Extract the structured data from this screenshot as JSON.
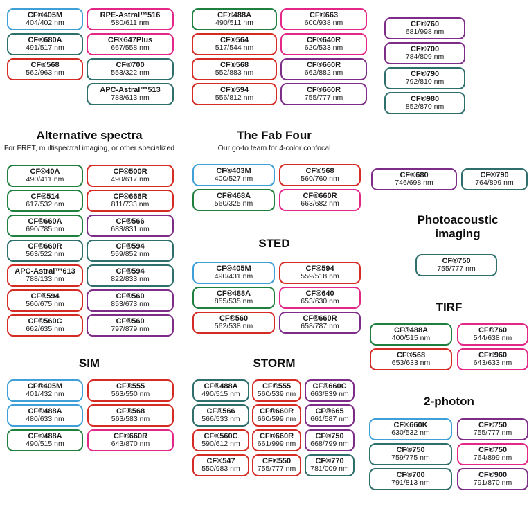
{
  "palette": {
    "blue": "#3FA0D8",
    "green": "#1F7F3F",
    "teal": "#2E6F6B",
    "red": "#D42B24",
    "pink": "#E22786",
    "purple": "#7D2C87"
  },
  "headers": {
    "alt": {
      "title": "Alternative spectra",
      "subtitle": "For FRET, multispectral imaging, or other specialized"
    },
    "fab": {
      "title": "The Fab Four",
      "subtitle": "Our go-to team for 4-color confocal"
    },
    "sted": {
      "title": "STED"
    },
    "sim": {
      "title": "SIM"
    },
    "storm": {
      "title": "STORM"
    },
    "pa": {
      "title": "Photoacoustic imaging"
    },
    "tirf": {
      "title": "TIRF"
    },
    "twophoton": {
      "title": "2-photon"
    }
  },
  "groups": {
    "top_col1": [
      {
        "name": "CF®405M",
        "ex_em": "404/402 nm",
        "color": "blue"
      },
      {
        "name": "CF®680A",
        "ex_em": "491/517 nm",
        "color": "teal"
      },
      {
        "name": "CF®568",
        "ex_em": "562/963 nm",
        "color": "red"
      }
    ],
    "top_col2": [
      {
        "name": "RPE-Astral™516",
        "ex_em": "580/611 nm",
        "color": "pink"
      },
      {
        "name": "CF®647Plus",
        "ex_em": "667/558 nm",
        "color": "pink"
      },
      {
        "name": "CF®700",
        "ex_em": "553/322 nm",
        "color": "teal"
      },
      {
        "name": "APC-Astral™513",
        "ex_em": "788/613 nm",
        "color": "teal"
      }
    ],
    "top_col3": [
      {
        "name": "CF®488A",
        "ex_em": "490/511 nm",
        "color": "green"
      },
      {
        "name": "CF®564",
        "ex_em": "517/544 nm",
        "color": "red"
      },
      {
        "name": "CF®568",
        "ex_em": "552/883 nm",
        "color": "red"
      },
      {
        "name": "CF®594",
        "ex_em": "556/812 nm",
        "color": "red"
      }
    ],
    "top_col4": [
      {
        "name": "CF®663",
        "ex_em": "600/938 nm",
        "color": "pink"
      },
      {
        "name": "CF®640R",
        "ex_em": "620/533 nm",
        "color": "pink"
      },
      {
        "name": "CF®660R",
        "ex_em": "662/882 nm",
        "color": "purple"
      },
      {
        "name": "CF®660R",
        "ex_em": "755/777 nm",
        "color": "purple"
      }
    ],
    "top_col5": [
      {
        "name": "CF®760",
        "ex_em": "681/998 nm",
        "color": "purple"
      },
      {
        "name": "CF®700",
        "ex_em": "784/809 nm",
        "color": "purple"
      },
      {
        "name": "CF®790",
        "ex_em": "792/810 nm",
        "color": "teal"
      },
      {
        "name": "CF®980",
        "ex_em": "852/870 nm",
        "color": "teal"
      }
    ],
    "alt_col1": [
      {
        "name": "CF®40A",
        "ex_em": "490/411 nm",
        "color": "green"
      },
      {
        "name": "CF®514",
        "ex_em": "617/532 nm",
        "color": "green"
      },
      {
        "name": "CF®660A",
        "ex_em": "690/785 nm",
        "color": "green"
      },
      {
        "name": "CF®660R",
        "ex_em": "563/522 nm",
        "color": "teal"
      },
      {
        "name": "APC-Astral™613",
        "ex_em": "788/133 nm",
        "color": "red"
      },
      {
        "name": "CF®594",
        "ex_em": "560/675 nm",
        "color": "red"
      },
      {
        "name": "CF®560C",
        "ex_em": "662/635 nm",
        "color": "red"
      }
    ],
    "alt_col2": [
      {
        "name": "CF®500R",
        "ex_em": "490/617 nm",
        "color": "red"
      },
      {
        "name": "CF®666R",
        "ex_em": "811/733 nm",
        "color": "red"
      },
      {
        "name": "CF®566",
        "ex_em": "683/831 nm",
        "color": "purple"
      },
      {
        "name": "CF®594",
        "ex_em": "559/852 nm",
        "color": "teal"
      },
      {
        "name": "CF®594",
        "ex_em": "822/833 nm",
        "color": "teal"
      },
      {
        "name": "CF®560",
        "ex_em": "853/673 nm",
        "color": "purple"
      },
      {
        "name": "CF®560",
        "ex_em": "797/879 nm",
        "color": "purple"
      }
    ],
    "fab_col1": [
      {
        "name": "CF®403M",
        "ex_em": "400/527 nm",
        "color": "blue"
      },
      {
        "name": "CF®468A",
        "ex_em": "560/325 nm",
        "color": "green"
      }
    ],
    "fab_col2": [
      {
        "name": "CF®568",
        "ex_em": "560/760 nm",
        "color": "red"
      },
      {
        "name": "CF®660R",
        "ex_em": "663/682 nm",
        "color": "pink"
      }
    ],
    "sted_col1": [
      {
        "name": "CF®405M",
        "ex_em": "490/431 nm",
        "color": "blue"
      },
      {
        "name": "CF®488A",
        "ex_em": "855/535 nm",
        "color": "green"
      },
      {
        "name": "CF®560",
        "ex_em": "562/538 nm",
        "color": "red"
      }
    ],
    "sted_col2": [
      {
        "name": "CF®594",
        "ex_em": "559/518 nm",
        "color": "red"
      },
      {
        "name": "CF®640",
        "ex_em": "653/630 nm",
        "color": "pink"
      },
      {
        "name": "CF®660R",
        "ex_em": "658/787 nm",
        "color": "purple"
      }
    ],
    "sim_col1": [
      {
        "name": "CF®405M",
        "ex_em": "401/432 nm",
        "color": "blue"
      },
      {
        "name": "CF®488A",
        "ex_em": "480/633 nm",
        "color": "blue"
      },
      {
        "name": "CF®488A",
        "ex_em": "490/515 nm",
        "color": "green"
      }
    ],
    "sim_col2": [
      {
        "name": "CF®555",
        "ex_em": "563/550 nm",
        "color": "red"
      },
      {
        "name": "CF®568",
        "ex_em": "563/583 nm",
        "color": "red"
      },
      {
        "name": "CF®660R",
        "ex_em": "643/870 nm",
        "color": "pink"
      }
    ],
    "storm_col1": [
      {
        "name": "CF®488A",
        "ex_em": "490/515 nm",
        "color": "teal"
      },
      {
        "name": "CF®566",
        "ex_em": "566/533 nm",
        "color": "teal"
      },
      {
        "name": "CF®560C",
        "ex_em": "590/612 nm",
        "color": "red"
      },
      {
        "name": "CF®547",
        "ex_em": "550/983 nm",
        "color": "red"
      }
    ],
    "storm_col2": [
      {
        "name": "CF®555",
        "ex_em": "560/539 nm",
        "color": "red"
      },
      {
        "name": "CF®660R",
        "ex_em": "660/599 nm",
        "color": "red"
      },
      {
        "name": "CF®660R",
        "ex_em": "661/999 nm",
        "color": "red"
      },
      {
        "name": "CF®550",
        "ex_em": "755/777 nm",
        "color": "red"
      }
    ],
    "storm_col3": [
      {
        "name": "CF®660C",
        "ex_em": "663/839 nm",
        "color": "purple"
      },
      {
        "name": "CF®665",
        "ex_em": "661/587 nm",
        "color": "purple"
      },
      {
        "name": "CF®750",
        "ex_em": "668/799 nm",
        "color": "purple"
      },
      {
        "name": "CF®770",
        "ex_em": "781/009 nm",
        "color": "teal"
      }
    ],
    "nir_row": [
      {
        "name": "CF®680",
        "ex_em": "746/698 nm",
        "color": "purple"
      },
      {
        "name": "CF®790",
        "ex_em": "764/899 nm",
        "color": "teal"
      }
    ],
    "pa_col": [
      {
        "name": "CF®750",
        "ex_em": "755/777 nm",
        "color": "teal"
      }
    ],
    "tirf_col1": [
      {
        "name": "CF®488A",
        "ex_em": "400/515 nm",
        "color": "green"
      },
      {
        "name": "CF®568",
        "ex_em": "653/633 nm",
        "color": "red"
      }
    ],
    "tirf_col2": [
      {
        "name": "CF®760",
        "ex_em": "544/638 nm",
        "color": "pink"
      },
      {
        "name": "CF®960",
        "ex_em": "643/633 nm",
        "color": "pink"
      }
    ],
    "twophoton_col1": [
      {
        "name": "CF®660K",
        "ex_em": "630/532 nm",
        "color": "blue"
      },
      {
        "name": "CF®750",
        "ex_em": "759/775 nm",
        "color": "teal"
      },
      {
        "name": "CF®700",
        "ex_em": "791/813 nm",
        "color": "teal"
      }
    ],
    "twophoton_col2": [
      {
        "name": "CF®750",
        "ex_em": "755/777 nm",
        "color": "purple"
      },
      {
        "name": "CF®750",
        "ex_em": "764/899 nm",
        "color": "pink"
      },
      {
        "name": "CF®900",
        "ex_em": "791/870 nm",
        "color": "purple"
      }
    ]
  }
}
